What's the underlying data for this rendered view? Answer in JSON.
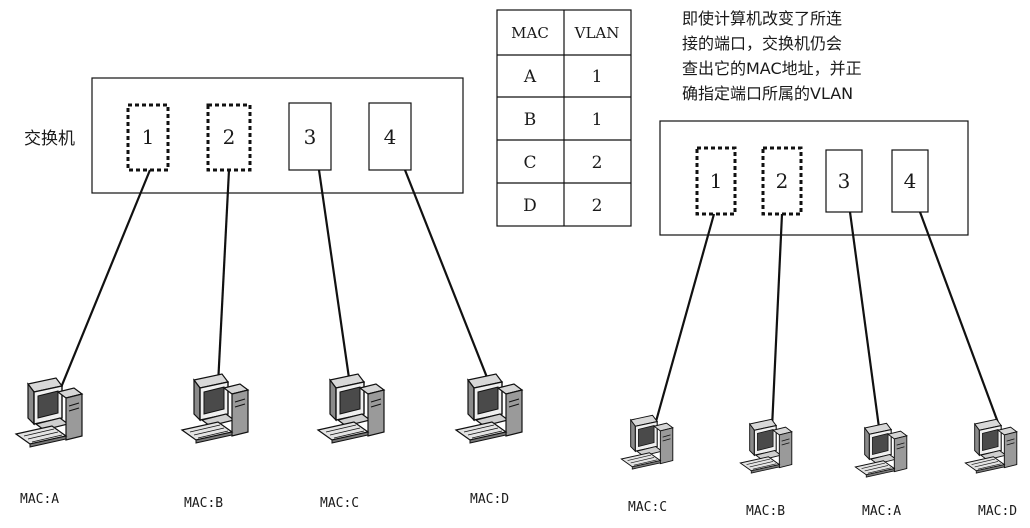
{
  "left_switch": {
    "label": "交换机",
    "ports": [
      "1",
      "2",
      "3",
      "4"
    ],
    "hosts": [
      "MAC:A",
      "MAC:B",
      "MAC:C",
      "MAC:D"
    ]
  },
  "mac_table": {
    "headers": [
      "MAC",
      "VLAN"
    ],
    "rows": [
      [
        "A",
        "1"
      ],
      [
        "B",
        "1"
      ],
      [
        "C",
        "2"
      ],
      [
        "D",
        "2"
      ]
    ]
  },
  "note": {
    "lines": [
      "即使计算机改变了所连",
      "接的端口，交换机仍会",
      "查出它的MAC地址，并正",
      "确指定端口所属的VLAN"
    ]
  },
  "right_switch": {
    "ports": [
      "1",
      "2",
      "3",
      "4"
    ],
    "hosts": [
      "MAC:C",
      "MAC:B",
      "MAC:A",
      "MAC:D"
    ]
  }
}
